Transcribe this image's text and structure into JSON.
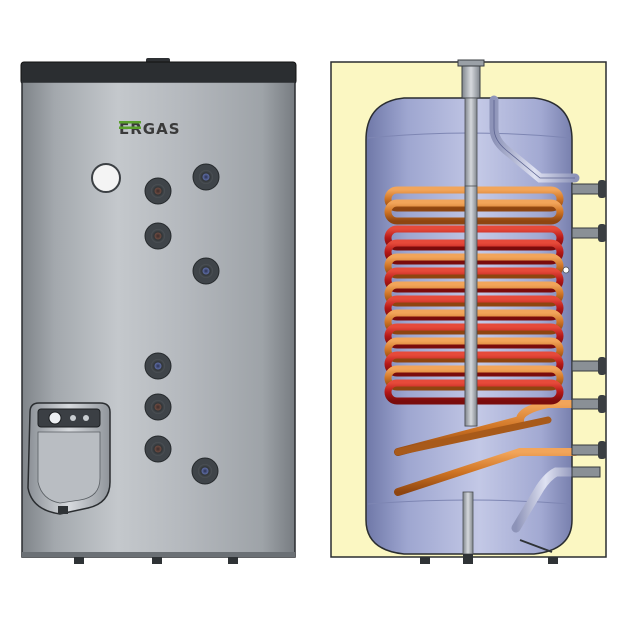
{
  "product": {
    "brand_logo": "ERGAS",
    "colors": {
      "brand_green": "#5aa02c",
      "brand_dark": "#3a3a3a",
      "cabinet_silver": "#a9aeb3",
      "insulation_yellow": "#fbf7c2",
      "tank_blue": "#a9b0d6",
      "coil_lower_copper": "#c7701f",
      "coil_upper_red": "#b81f1f"
    }
  },
  "views": [
    {
      "name": "exterior-view"
    },
    {
      "name": "cutaway-view"
    }
  ]
}
